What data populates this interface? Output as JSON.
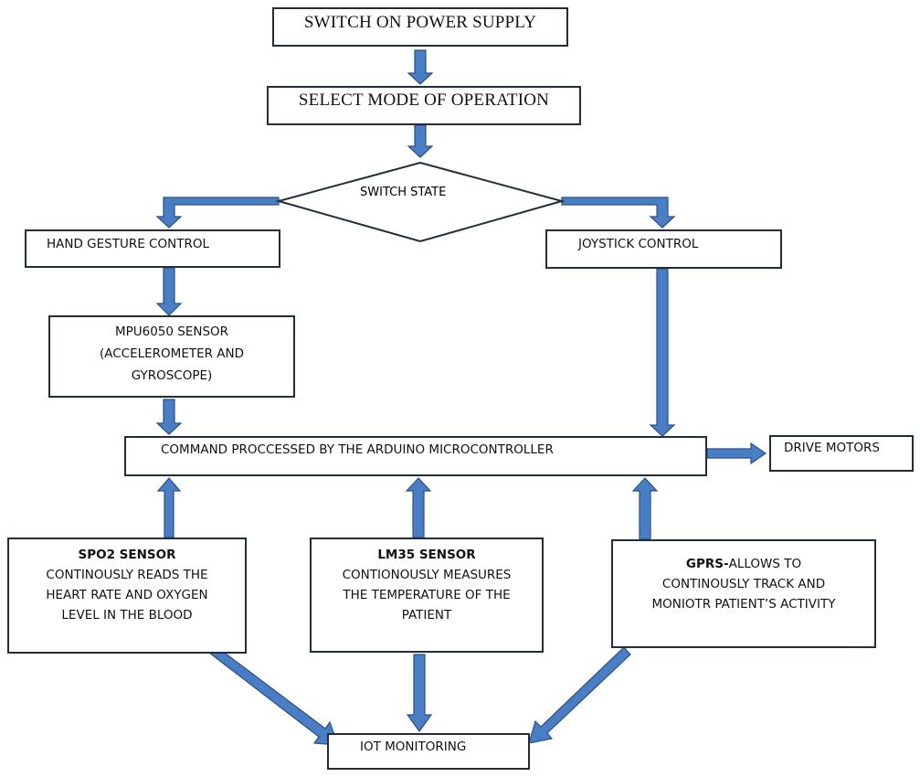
{
  "nodes": {
    "power_supply": "SWITCH ON POWER SUPPLY",
    "select_mode": "SELECT MODE OF OPERATION",
    "switch_state": "SWITCH STATE",
    "hand_gesture": "HAND GESTURE CONTROL",
    "joystick": "JOYSTICK CONTROL",
    "mpu_line1": "MPU6050 SENSOR",
    "mpu_line2": "(ACCELEROMETER AND",
    "mpu_line3": "GYROSCOPE)",
    "arduino": "COMMAND PROCCESSED  BY THE ARDUINO MICROCONTROLLER",
    "drive_motors": "DRIVE MOTORS",
    "spo2": {
      "label": "SPO2 SENSOR",
      "line1": "CONTINOUSLY READS THE",
      "line2": "HEART RATE AND OXYGEN",
      "line3": "LEVEL IN THE BLOOD"
    },
    "lm35": {
      "label": "LM35 SENSOR",
      "line1": "CONTIONOUSLY MEASURES",
      "line2": "THE TEMPERATURE OF THE",
      "line3": "PATIENT"
    },
    "gprs": {
      "label": "GPRS-",
      "rest1": "ALLOWS TO",
      "line2": "CONTINOUSLY  TRACK AND",
      "line3": "MONIOTR PATIENT’S ACTIVITY"
    },
    "iot": "IOT MONITORING"
  },
  "colors": {
    "arrow_fill": "#4a7ec4",
    "arrow_stroke": "#2a4f86",
    "box_border": "#1f2d3d"
  }
}
